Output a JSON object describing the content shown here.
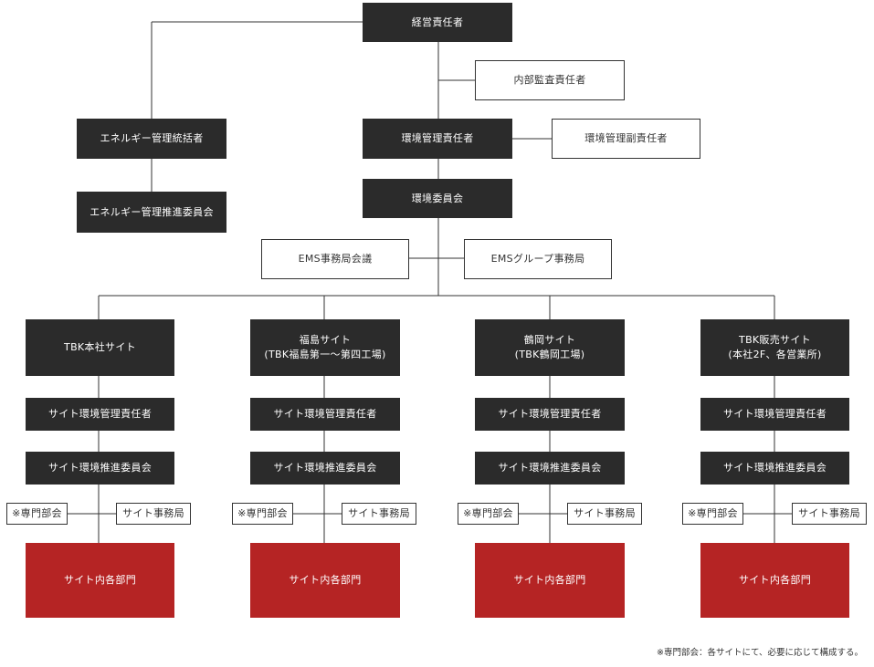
{
  "top": {
    "ceo": "経営責任者",
    "internal_audit": "内部監査責任者",
    "energy_manager": "エネルギー管理統括者",
    "energy_committee": "エネルギー管理推進委員会",
    "env_manager": "環境管理責任者",
    "env_deputy": "環境管理副責任者",
    "env_committee": "環境委員会",
    "ems_meeting": "EMS事務局会議",
    "ems_group": "EMSグループ事務局"
  },
  "sites": [
    {
      "title": "TBK本社サイト",
      "manager": "サイト環境管理責任者",
      "committee": "サイト環境推進委員会",
      "special": "※専門部会",
      "office": "サイト事務局",
      "departments": "サイト内各部門"
    },
    {
      "title": "福島サイト\n(TBK福島第一～第四工場)",
      "manager": "サイト環境管理責任者",
      "committee": "サイト環境推進委員会",
      "special": "※専門部会",
      "office": "サイト事務局",
      "departments": "サイト内各部門"
    },
    {
      "title": "鶴岡サイト\n(TBK鶴岡工場)",
      "manager": "サイト環境管理責任者",
      "committee": "サイト環境推進委員会",
      "special": "※専門部会",
      "office": "サイト事務局",
      "departments": "サイト内各部門"
    },
    {
      "title": "TBK販売サイト\n(本社2F、各営業所)",
      "manager": "サイト環境管理責任者",
      "committee": "サイト環境推進委員会",
      "special": "※専門部会",
      "office": "サイト事務局",
      "departments": "サイト内各部門"
    }
  ],
  "footnote": "※専門部会：各サイトにて、必要に応じて構成する。",
  "colors": {
    "dark": "#2b2b2b",
    "red": "#b52424",
    "line": "#333333"
  }
}
